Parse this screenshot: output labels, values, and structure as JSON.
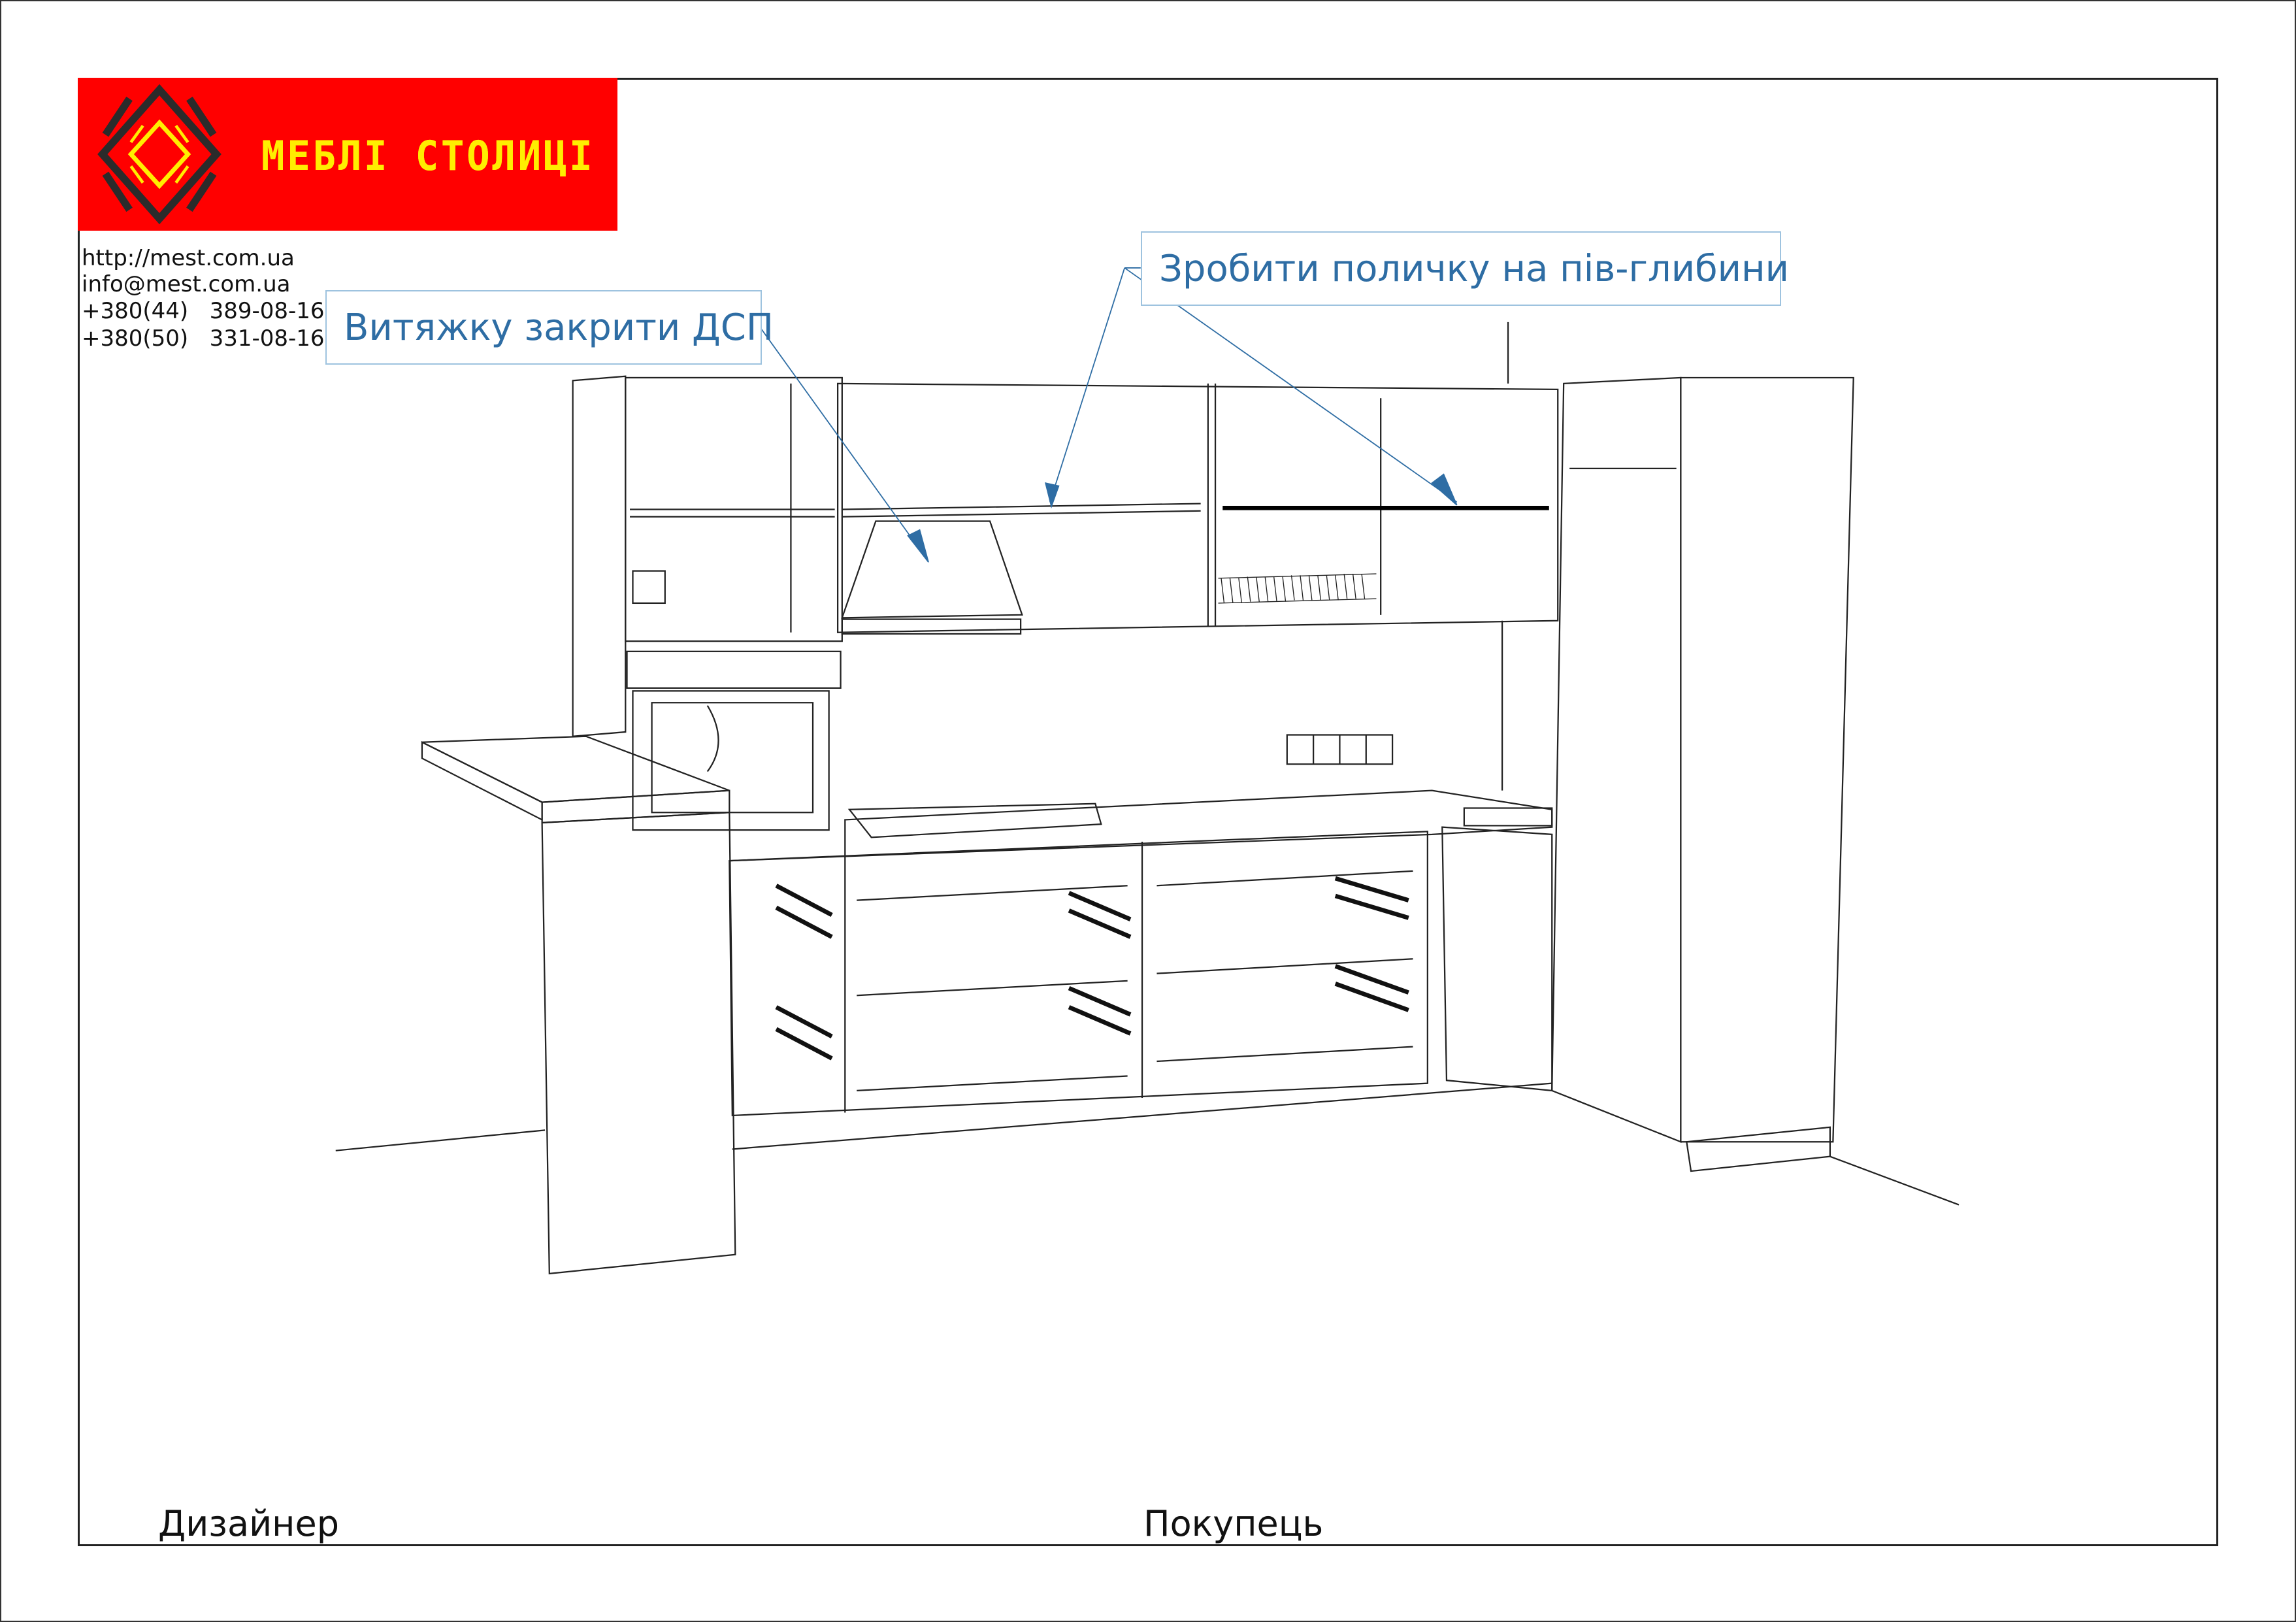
{
  "logo": {
    "brand_name": "МЕБЛІ СТОЛИЦІ",
    "colors": {
      "background": "#ff0000",
      "text": "#ffee00",
      "emblem_dark": "#2b2b2b"
    }
  },
  "contacts": {
    "website": "http://mest.com.ua",
    "email": "info@mest.com.ua",
    "phone1": "+380(44)   389-08-16",
    "phone2": "+380(50)   331-08-16"
  },
  "annotations": [
    {
      "text": "Витяжку закрити ДСП"
    },
    {
      "text": "Зробити поличку на пів-глибини"
    }
  ],
  "signatures": {
    "designer": "Дизайнер",
    "customer": "Покупець"
  },
  "colors": {
    "annotation": "#2e6da4",
    "annotation_border": "#9ec3df"
  }
}
